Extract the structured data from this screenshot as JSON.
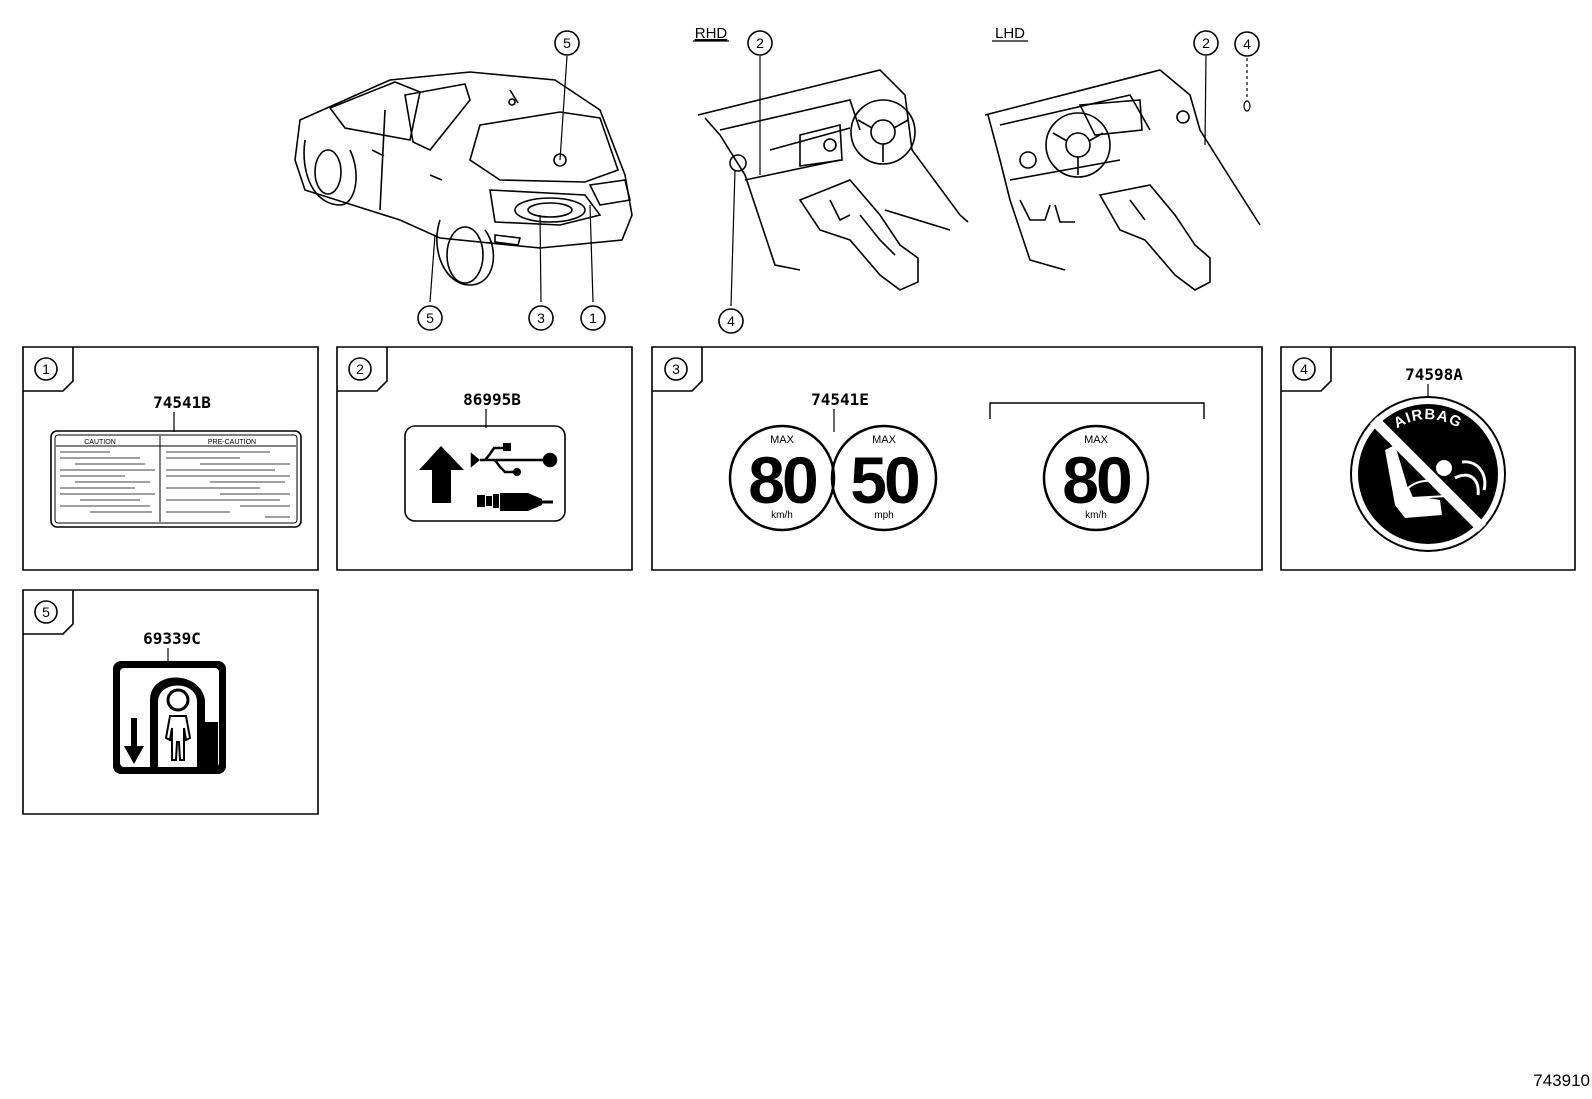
{
  "callouts": {
    "c1": "1",
    "c2": "2",
    "c3": "3",
    "c4": "4",
    "c5": "5"
  },
  "views": {
    "rhd": "RHD",
    "lhd": "LHD"
  },
  "labels": {
    "p1": {
      "number": "1",
      "part": "74541B",
      "left_header": "CAUTION",
      "right_header": "PRE-CAUTION"
    },
    "p2": {
      "number": "2",
      "part": "86995B"
    },
    "p3": {
      "number": "3",
      "part": "74541E",
      "sign_a": {
        "top": "MAX",
        "value": "80",
        "unit": "km/h"
      },
      "sign_b": {
        "top": "MAX",
        "value": "50",
        "unit": "mph"
      },
      "sign_c": {
        "top": "MAX",
        "value": "80",
        "unit": "km/h"
      }
    },
    "p4": {
      "number": "4",
      "part": "74598A",
      "ring_text": "AIRBAG"
    },
    "p5": {
      "number": "5",
      "part": "69339C"
    }
  },
  "diagram_code": "743910",
  "icons": [
    "usb-icon",
    "arrow-up-icon",
    "audio-plug-icon",
    "airbag-prohibited-icon",
    "child-seat-icon",
    "arrow-down-icon"
  ]
}
